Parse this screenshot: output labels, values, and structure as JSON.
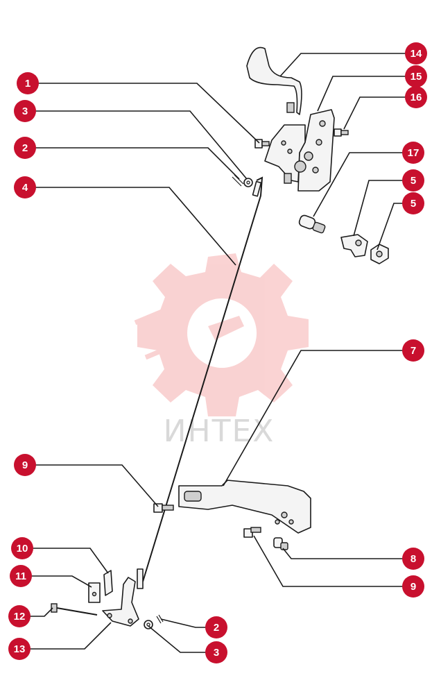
{
  "watermark": {
    "text": "ИНТЕХ",
    "color": "#f08080"
  },
  "callout_color": "#c8102e",
  "callouts": [
    {
      "label": "1"
    },
    {
      "label": "3"
    },
    {
      "label": "2"
    },
    {
      "label": "4"
    },
    {
      "label": "14"
    },
    {
      "label": "15"
    },
    {
      "label": "16"
    },
    {
      "label": "17"
    },
    {
      "label": "5"
    },
    {
      "label": "5"
    },
    {
      "label": "7"
    },
    {
      "label": "9"
    },
    {
      "label": "10"
    },
    {
      "label": "11"
    },
    {
      "label": "12"
    },
    {
      "label": "13"
    },
    {
      "label": "8"
    },
    {
      "label": "9"
    },
    {
      "label": "2"
    },
    {
      "label": "3"
    }
  ]
}
